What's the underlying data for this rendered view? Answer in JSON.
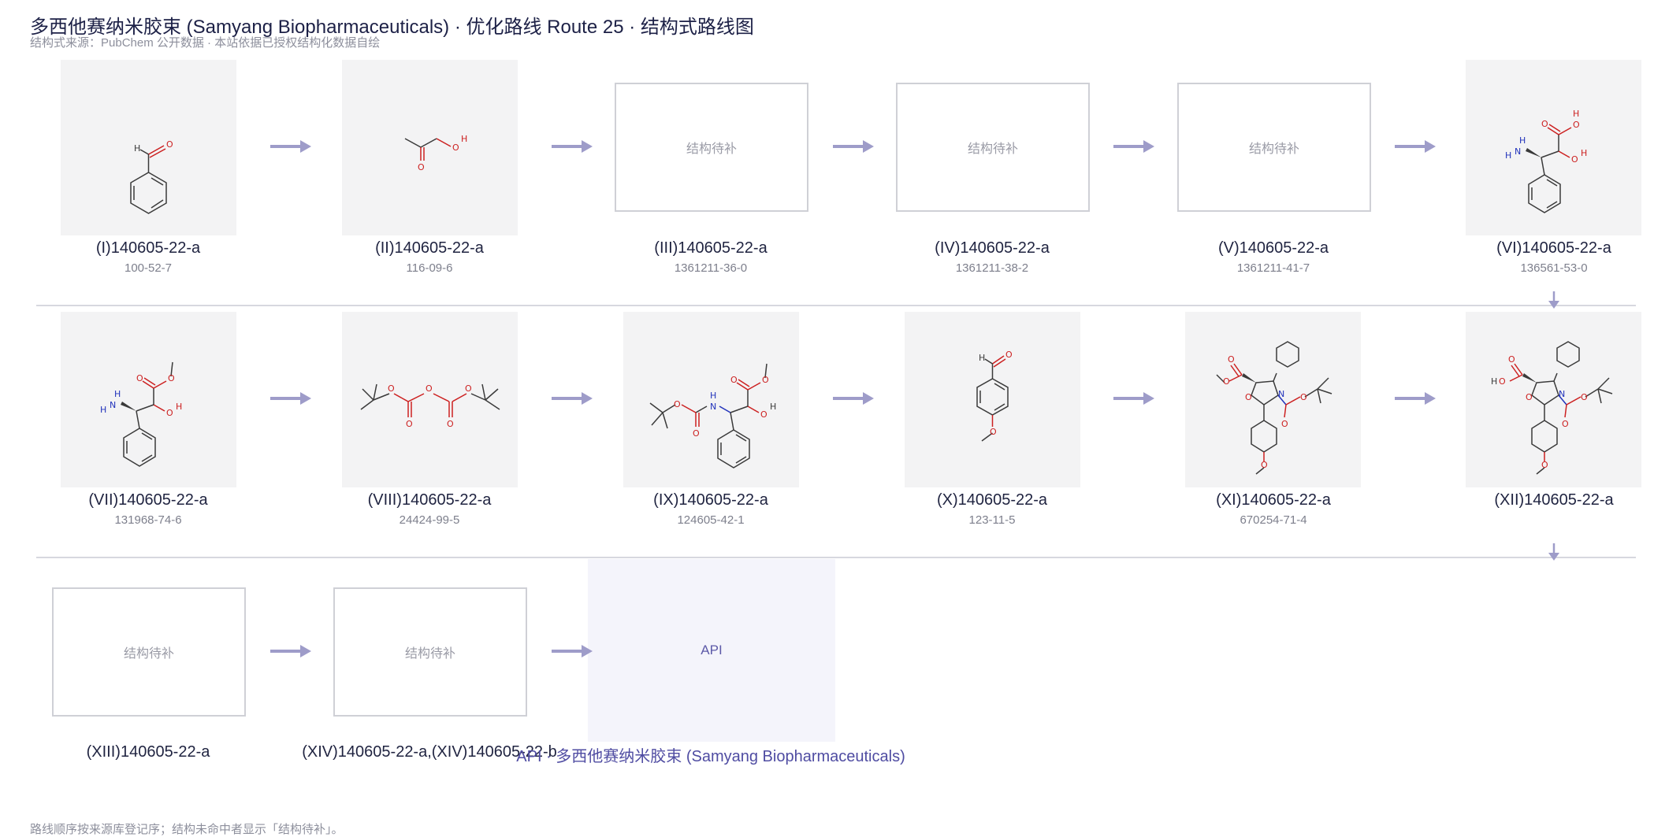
{
  "header": {
    "title": "多西他赛纳米胶束 (Samyang Biopharmaceuticals) · 优化路线 Route 25 · 结构式路线图",
    "subtitle": "结构式来源：PubChem 公开数据 · 本站依据已授权结构化数据自绘"
  },
  "placeholder_text": "结构待补",
  "api_box_text": "API",
  "api_label": "API · 多西他赛纳米胶束 (Samyang Biopharmaceuticals)",
  "footer": "路线顺序按来源库登记序；结构未命中者显示「结构待补」。",
  "colors": {
    "arrow": "#9e9cc9",
    "accent": "#4f4ca2",
    "placeholder_border": "#cfd0d6",
    "thumb_bg": "#f3f3f4"
  },
  "nodes": [
    {
      "label": "(I)140605-22-a",
      "cas": "100-52-7",
      "structure": "benzaldehyde"
    },
    {
      "label": "(II)140605-22-a",
      "cas": "116-09-6",
      "structure": "hydroxyacetone"
    },
    {
      "label": "(III)140605-22-a",
      "cas": "1361211-36-0",
      "structure": "placeholder"
    },
    {
      "label": "(IV)140605-22-a",
      "cas": "1361211-38-2",
      "structure": "placeholder"
    },
    {
      "label": "(V)140605-22-a",
      "cas": "1361211-41-7",
      "structure": "placeholder"
    },
    {
      "label": "(VI)140605-22-a",
      "cas": "136561-53-0",
      "structure": "amino-acid"
    },
    {
      "label": "(VII)140605-22-a",
      "cas": "131968-74-6",
      "structure": "amino-ester"
    },
    {
      "label": "(VIII)140605-22-a",
      "cas": "24424-99-5",
      "structure": "boc2o"
    },
    {
      "label": "(IX)140605-22-a",
      "cas": "124605-42-1",
      "structure": "boc-ester"
    },
    {
      "label": "(X)140605-22-a",
      "cas": "123-11-5",
      "structure": "anisaldehyde"
    },
    {
      "label": "(XI)140605-22-a",
      "cas": "670254-71-4",
      "structure": "oxazolidine-ester"
    },
    {
      "label": "(XII)140605-22-a",
      "cas": "",
      "structure": "oxazolidine-acid"
    },
    {
      "label": "(XIII)140605-22-a",
      "cas": "",
      "structure": "placeholder"
    },
    {
      "label": "(XIV)140605-22-a,(XIV)140605-22-b",
      "cas": "",
      "structure": "placeholder"
    }
  ]
}
